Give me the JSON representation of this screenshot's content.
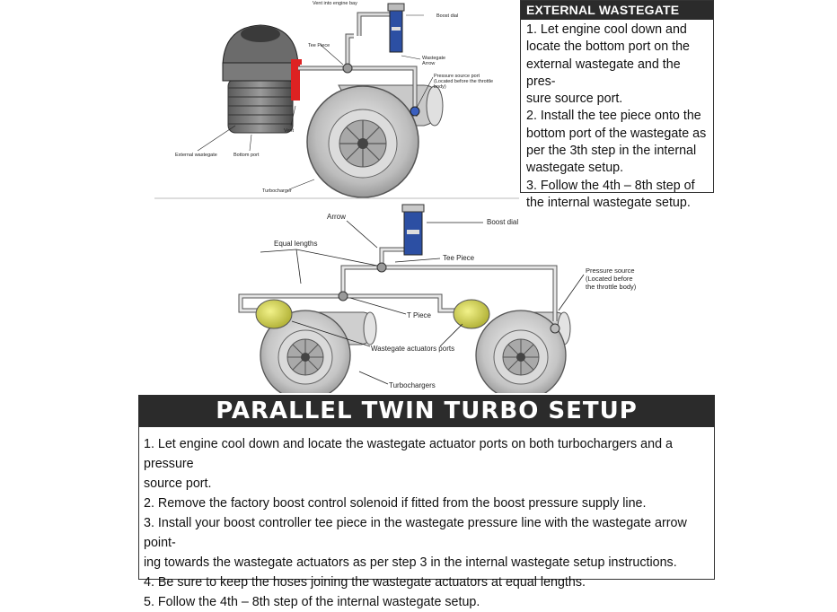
{
  "top_diagram": {
    "labels": {
      "vent_into_engine_bay": "Vent into engine bay",
      "boost_dial": "Boost dial",
      "tee_piece": "Tee Piece",
      "wastegate_arrow": "Wastegate\nArrow",
      "pressure_source_port": "Pressure source port\n(Located before the throttle\nbody)",
      "vent": "Vent",
      "external_wastegate": "External wastegate",
      "bottom_port": "Bottom port",
      "turbocharger": "Turbocharger"
    }
  },
  "external_wastegate": {
    "title": "EXTERNAL WASTEGATE SETUP",
    "steps": [
      "1. Let engine cool down and",
      "locate the bottom port on the",
      "external wastegate and the pres-",
      "sure source port.",
      "2. Install the tee piece onto the",
      "bottom port of the wastegate as",
      "per the 3th step in the internal",
      "wastegate setup.",
      "3. Follow the 4th – 8th step of",
      "the internal wastegate setup."
    ]
  },
  "twin_diagram": {
    "labels": {
      "arrow": "Arrow",
      "boost_dial": "Boost dial",
      "equal_lengths": "Equal lengths",
      "tee_piece": "Tee Piece",
      "pressure_source": "Pressure source\n(Located before\nthe throttle body)",
      "t_piece": "T Piece",
      "wastegate_actuators_ports": "Wastegate actuators ports",
      "turbochargers": "Turbochargers"
    }
  },
  "parallel_twin": {
    "title": "PARALLEL TWIN TURBO SETUP",
    "steps": [
      "1. Let engine cool down and locate the wastegate actuator ports on both turbochargers and a pressure",
      "source port.",
      "2. Remove the factory boost control solenoid if fitted from the boost pressure supply line.",
      "3. Install your boost controller tee piece in the wastegate pressure line with the wastegate arrow point-",
      "ing towards the wastegate actuators as per step 3 in the internal wastegate setup instructions.",
      "4. Be sure to keep the hoses joining the wastegate actuators at equal lengths.",
      "5. Follow the 4th – 8th step of the internal wastegate setup."
    ]
  }
}
